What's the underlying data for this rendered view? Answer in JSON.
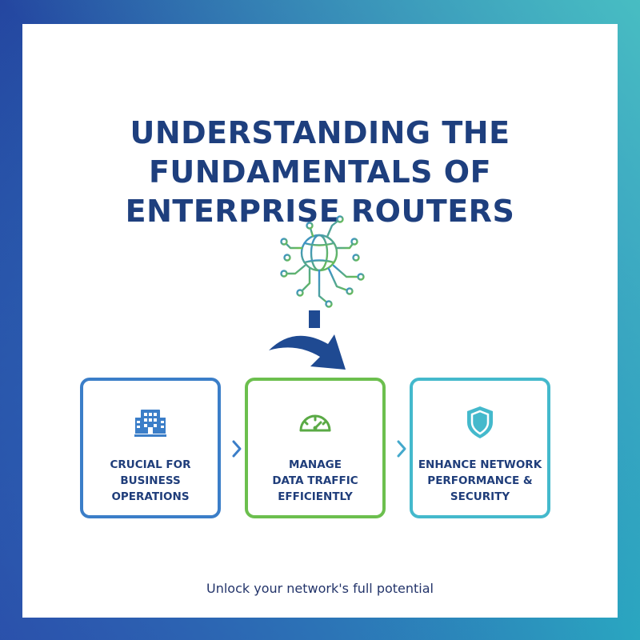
{
  "title_lines": [
    "UNDERSTANDING THE",
    "FUNDAMENTALS OF",
    "ENTERPRISE ROUTERS"
  ],
  "steps": [
    {
      "icon": "building-icon",
      "label": "CRUCIAL FOR\nBUSINESS\nOPERATIONS",
      "color": "#3b7ec8"
    },
    {
      "icon": "speedometer-icon",
      "label": "MANAGE\nDATA TRAFFIC\nEFFICIENTLY",
      "color": "#6cbf4e"
    },
    {
      "icon": "shield-icon",
      "label": "ENHANCE NETWORK\nPERFORMANCE &\nSECURITY",
      "color": "#44b9cc"
    }
  ],
  "tagline": "Unlock your network's full potential",
  "colors": {
    "title": "#1e3f7e",
    "arrow": "#1f4a92",
    "network_teal": "#3fb1c6",
    "network_green": "#6cbf4e"
  },
  "icons": {
    "hero": "globe-network-icon",
    "flow": "curved-arrow-down-icon",
    "connector": "chevron-right-icon"
  }
}
